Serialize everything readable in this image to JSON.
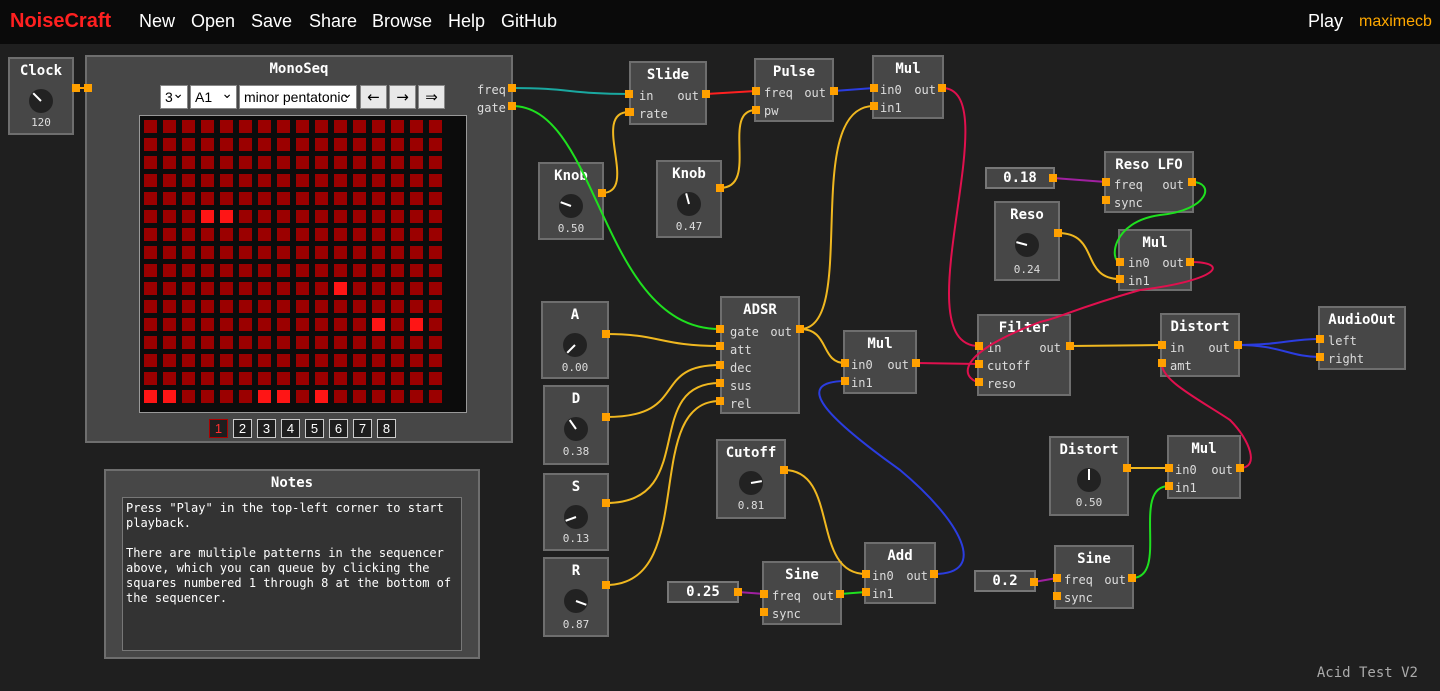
{
  "topbar": {
    "logo": "NoiseCraft",
    "menu": [
      "New",
      "Open",
      "Save",
      "Share",
      "Browse",
      "Help",
      "GitHub"
    ],
    "play_label": "Play",
    "user": "maximecb"
  },
  "project_name": "Acid Test V2",
  "colors": {
    "accent": "#ffa000",
    "brand": "#ff2020",
    "seq_on": "#ff1515",
    "seq_off": "#9b0000"
  },
  "nodes": {
    "clock": {
      "title": "Clock",
      "value": "120",
      "port": "clock"
    },
    "monoseq": {
      "title": "MonoSeq",
      "octaves": "3",
      "root": "A1",
      "scale": "minor pentatonic",
      "buttons": [
        "←",
        "→",
        "⇒"
      ],
      "ports": [
        "freq",
        "gate"
      ],
      "patterns": [
        "1",
        "2",
        "3",
        "4",
        "5",
        "6",
        "7",
        "8"
      ],
      "active_pattern": "1",
      "on_cells": [
        [
          5,
          3
        ],
        [
          5,
          4
        ],
        [
          9,
          10
        ],
        [
          11,
          12
        ],
        [
          11,
          14
        ],
        [
          15,
          0
        ],
        [
          15,
          1
        ],
        [
          15,
          6
        ],
        [
          15,
          7
        ],
        [
          15,
          9
        ]
      ]
    },
    "slide": {
      "title": "Slide",
      "in": [
        "in",
        "rate"
      ],
      "out": "out"
    },
    "pulse": {
      "title": "Pulse",
      "in": [
        "freq",
        "pw"
      ],
      "out": "out"
    },
    "mul_top": {
      "title": "Mul",
      "in": [
        "in0",
        "in1"
      ],
      "out": "out"
    },
    "knob1": {
      "title": "Knob",
      "value": "0.50"
    },
    "knob2": {
      "title": "Knob",
      "value": "0.47"
    },
    "reso_lfo": {
      "title": "Reso LFO",
      "in": [
        "freq",
        "sync"
      ],
      "out": "out"
    },
    "const_018": {
      "value": "0.18"
    },
    "reso": {
      "title": "Reso",
      "value": "0.24"
    },
    "mul_reso": {
      "title": "Mul",
      "in": [
        "in0",
        "in1"
      ],
      "out": "out"
    },
    "a": {
      "title": "A",
      "value": "0.00"
    },
    "d": {
      "title": "D",
      "value": "0.38"
    },
    "s": {
      "title": "S",
      "value": "0.13"
    },
    "r": {
      "title": "R",
      "value": "0.87"
    },
    "adsr": {
      "title": "ADSR",
      "in": [
        "gate",
        "att",
        "dec",
        "sus",
        "rel"
      ],
      "out": "out"
    },
    "mul_mid": {
      "title": "Mul",
      "in": [
        "in0",
        "in1"
      ],
      "out": "out"
    },
    "filter": {
      "title": "Filter",
      "in": [
        "in",
        "cutoff",
        "reso"
      ],
      "out": "out"
    },
    "distort": {
      "title": "Distort",
      "in": [
        "in",
        "amt"
      ],
      "out": "out"
    },
    "audioout": {
      "title": "AudioOut",
      "in": [
        "left",
        "right"
      ]
    },
    "cutoff": {
      "title": "Cutoff",
      "value": "0.81"
    },
    "add": {
      "title": "Add",
      "in": [
        "in0",
        "in1"
      ],
      "out": "out"
    },
    "const_025": {
      "value": "0.25"
    },
    "sine1": {
      "title": "Sine",
      "in": [
        "freq",
        "sync"
      ],
      "out": "out"
    },
    "distort_knob": {
      "title": "Distort",
      "value": "0.50"
    },
    "mul_dist": {
      "title": "Mul",
      "in": [
        "in0",
        "in1"
      ],
      "out": "out"
    },
    "const_02": {
      "value": "0.2"
    },
    "sine2": {
      "title": "Sine",
      "in": [
        "freq",
        "sync"
      ],
      "out": "out"
    }
  },
  "notes": {
    "title": "Notes",
    "paragraphs": [
      "Press \"Play\" in the top-left corner to start playback.",
      "There are multiple patterns in the sequencer above, which you can queue by clicking the squares numbered 1 through 8 at the bottom of the sequencer."
    ]
  }
}
